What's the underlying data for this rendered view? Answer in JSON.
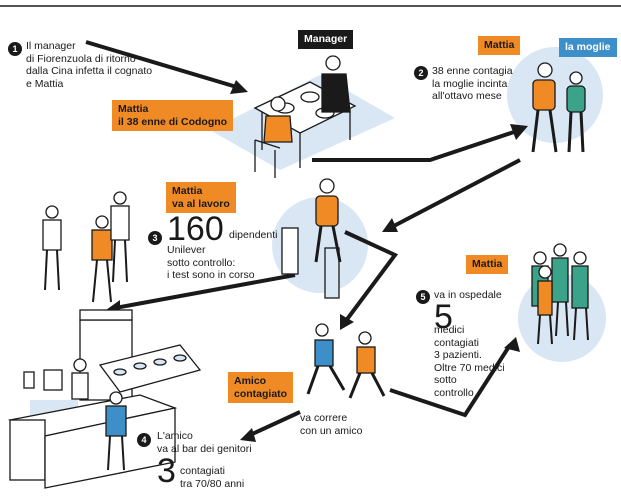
{
  "steps": {
    "s1": {
      "number": "1",
      "text": "Il manager\ndi Fiorenzuola di ritorno\ndalla Cina infetta il cognato\ne Mattia"
    },
    "s2": {
      "number": "2",
      "text": "38 enne contagia\nla moglie incinta\nall'ottavo mese"
    },
    "s3": {
      "number": "3",
      "big": "160",
      "text_inline": "dipendenti",
      "text": "Unilever\nsotto controllo:\ni test sono in corso"
    },
    "s4": {
      "number": "4",
      "text": "L'amico\nva al bar dei genitori",
      "big": "3",
      "text2": "contagiati\ntra 70/80 anni"
    },
    "s5": {
      "number": "5",
      "text": "va in ospedale",
      "big": "5",
      "text2": "medici\ncontagiati\n3 pazienti.\nOltre 70 medici\nsotto\ncontrollo"
    },
    "run": {
      "text": "va correre\ncon un amico"
    }
  },
  "tags": {
    "manager": "Manager",
    "mattia_codogno": "Mattia\nil 38 enne di Codogno",
    "mattia_2": "Mattia",
    "moglie": "la moglie",
    "mattia_lavoro": "Mattia\nva al lavoro",
    "mattia_5": "Mattia",
    "amico": "Amico\ncontagiato"
  },
  "colors": {
    "orange": "#f08a24",
    "blue": "#3d8fc9",
    "light_blue": "#cfe0f2",
    "green": "#3aa38a",
    "dark": "#1a1a1a"
  }
}
